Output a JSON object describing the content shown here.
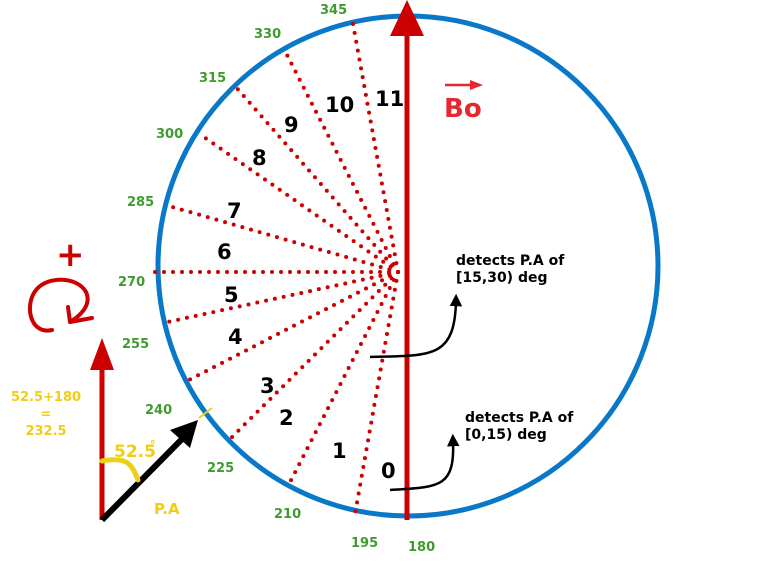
{
  "field_label": "Bo",
  "angle_labels": [
    "345",
    "330",
    "315",
    "300",
    "285",
    "270",
    "255",
    "240",
    "225",
    "210",
    "195",
    "180"
  ],
  "sector_labels": [
    "11",
    "10",
    "9",
    "8",
    "7",
    "6",
    "5",
    "4",
    "3",
    "2",
    "1",
    "0"
  ],
  "annotations": {
    "upper": {
      "line1": "detects P.A of",
      "line2": "[15,30) deg"
    },
    "lower": {
      "line1": "detects P.A of",
      "line2": "[0,15) deg"
    }
  },
  "rotation_sign": "+",
  "pa_inset": {
    "angle": "52.5",
    "degree_mark": "°",
    "label": "P.A",
    "sum_line1": "52.5+180",
    "sum_line2": "=",
    "sum_line3": "232.5"
  },
  "colors": {
    "circle": "#0a78c8",
    "field_arrow": "#cc0000",
    "dotted_lines": "#cc0000",
    "angle_text": "#3f9b2e",
    "pa_yellow": "#f0cd16",
    "pa_arrow": "#000000"
  }
}
